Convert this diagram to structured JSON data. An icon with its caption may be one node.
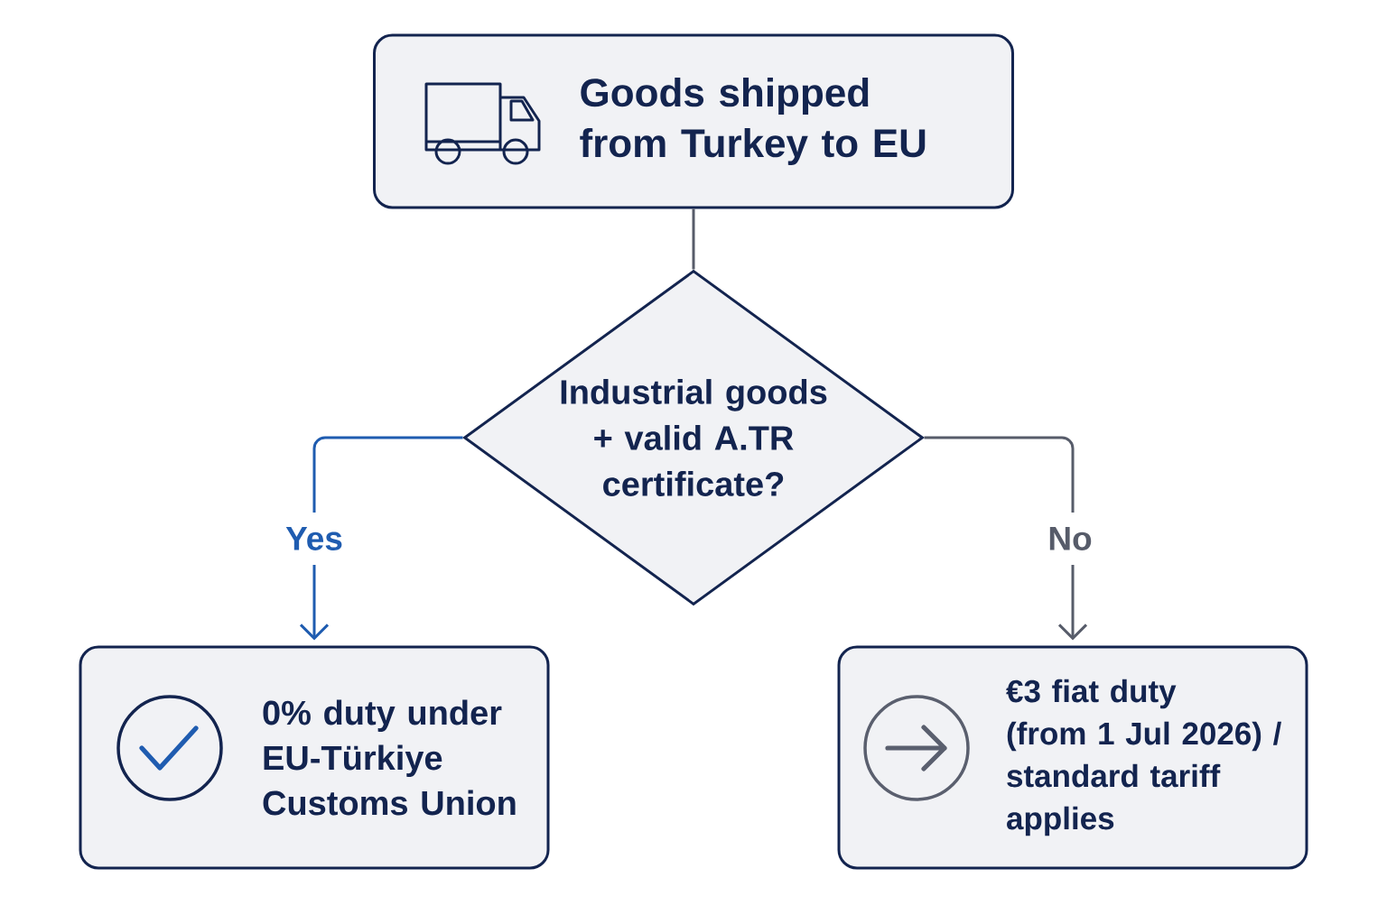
{
  "diagram": {
    "nodes": [
      {
        "text": [
          "Goods shipped from Turkey to EU"
        ]
      },
      {
        "text": [
          "Industrial goods + valid A.TR certificate?"
        ]
      },
      {
        "text": [
          "0% duty under EU-Türkiye Customs Union"
        ]
      },
      {
        "text": [
          "€3 fiat duty (from 1 Jul 2026) / standard tariff applies"
        ]
      }
    ],
    "edges": [
      {
        "from": 0,
        "to": 1,
        "arrow": "none"
      },
      {
        "from": 1,
        "to": 2,
        "arrow": "to",
        "label": "Yes",
        "color": "#1f5cb0"
      },
      {
        "from": 1,
        "to": 3,
        "arrow": "to",
        "label": "No"
      }
    ]
  }
}
